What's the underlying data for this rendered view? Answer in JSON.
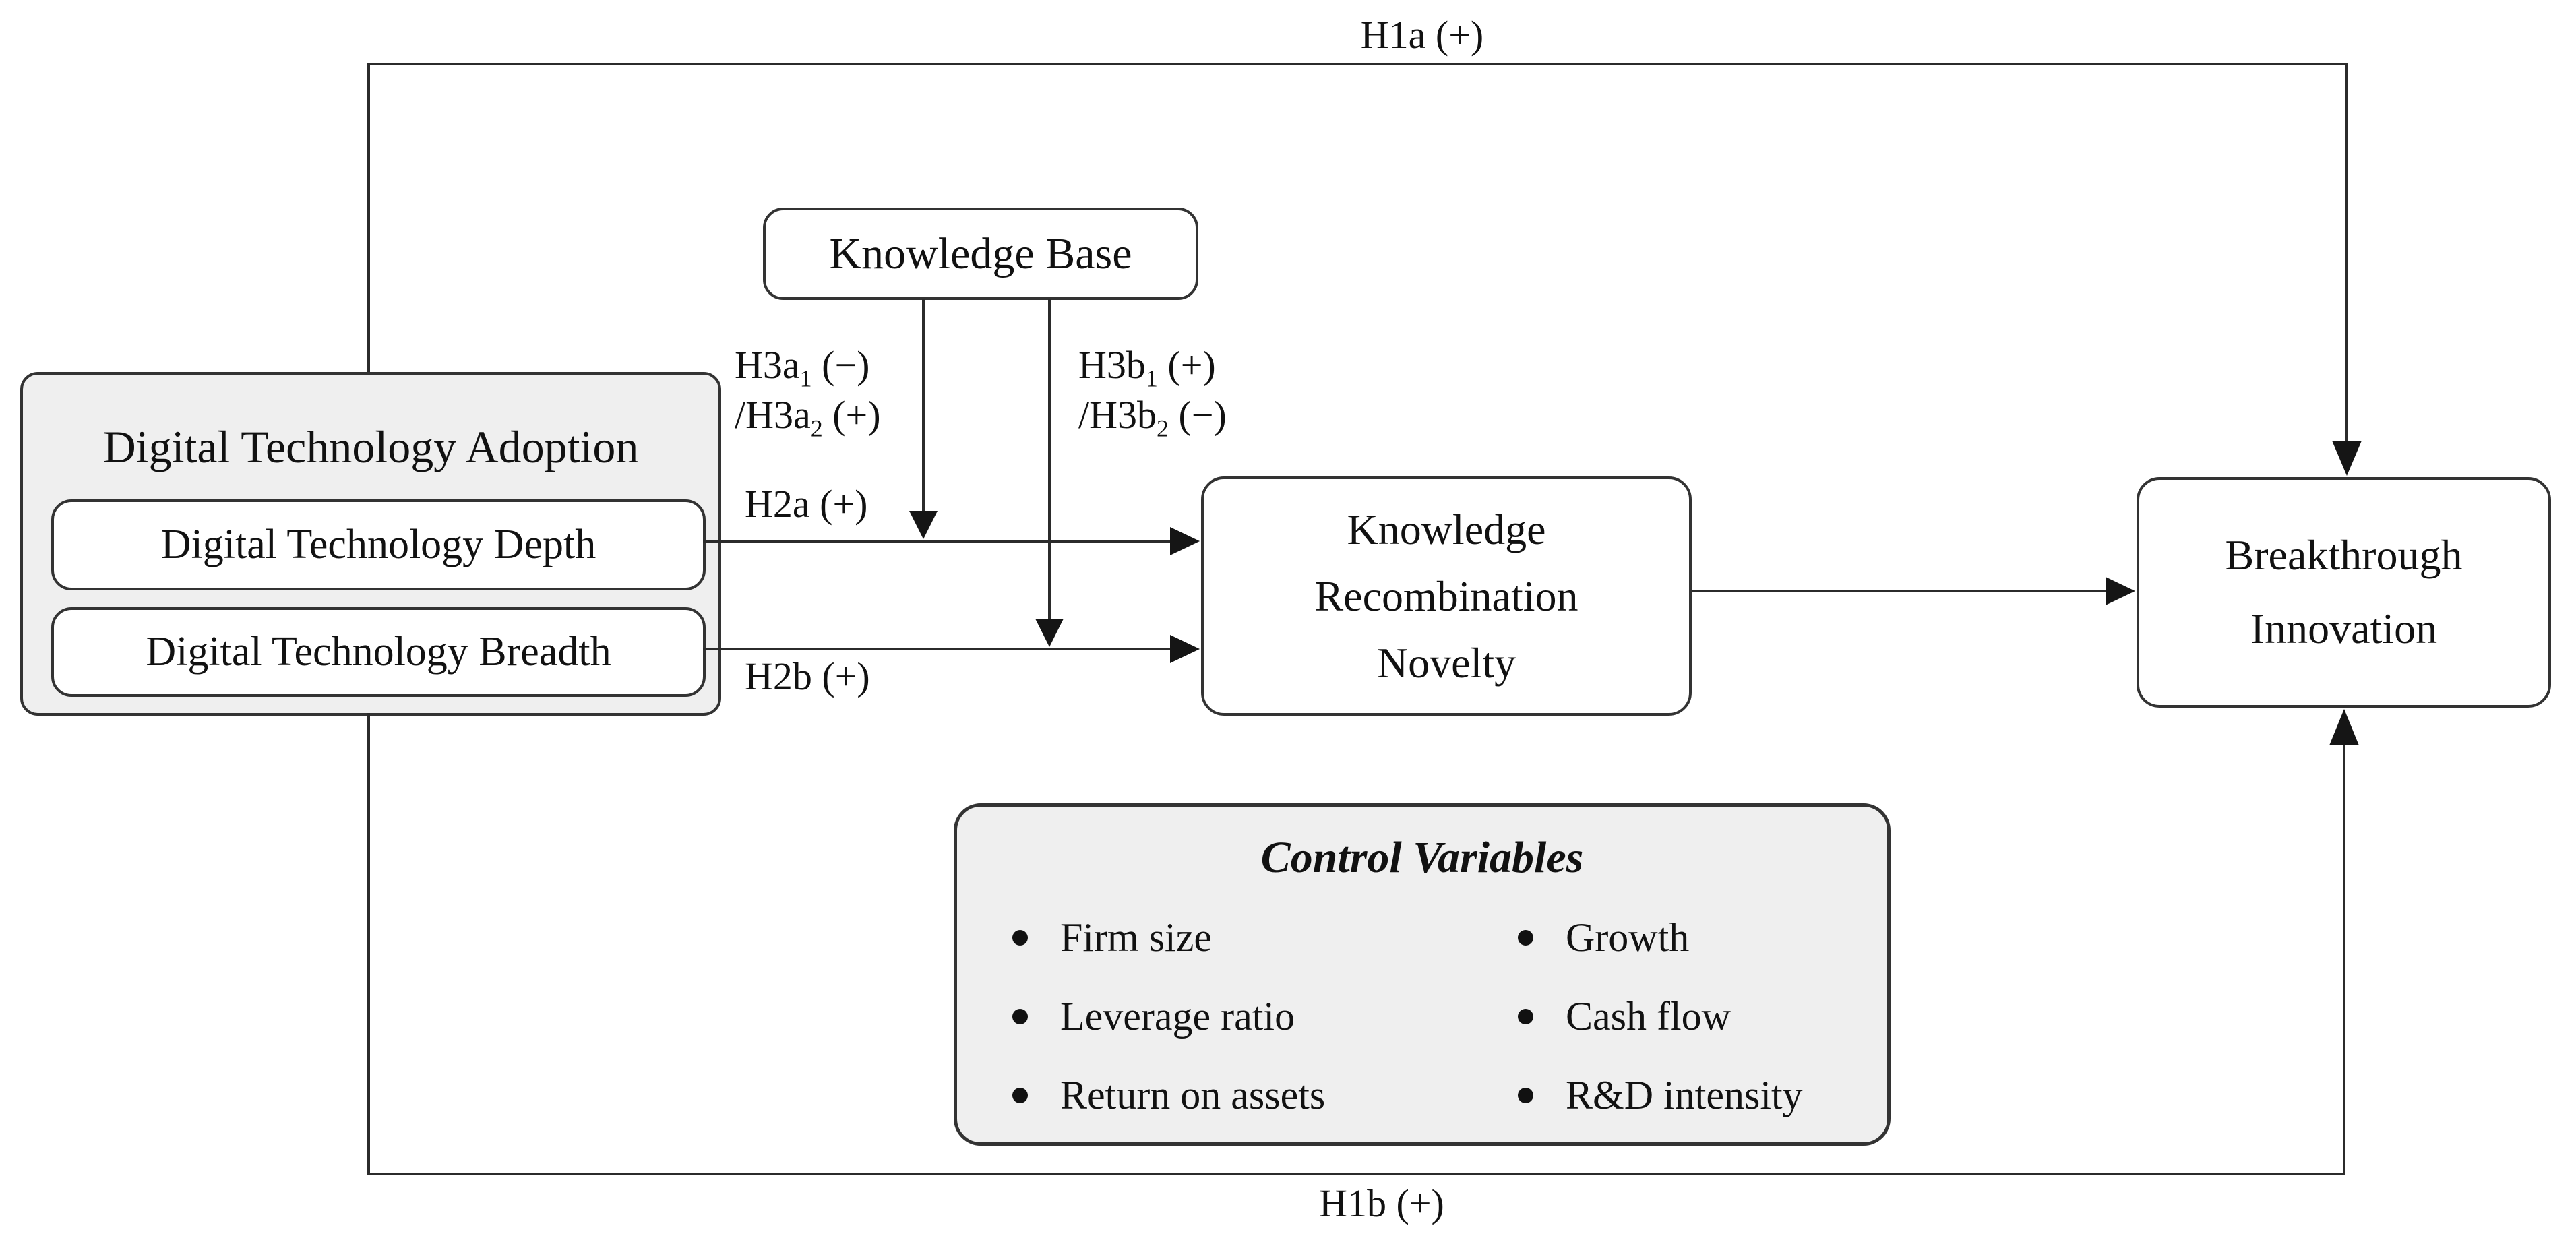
{
  "diagram": {
    "boxes": {
      "knowledge_base": {
        "label": "Knowledge Base"
      },
      "digital_technology_adoption": {
        "title": "Digital Technology Adoption",
        "depth": "Digital Technology Depth",
        "breadth": "Digital Technology Breadth"
      },
      "knowledge_recombination_novelty": {
        "line1": "Knowledge",
        "line2": "Recombination",
        "line3": "Novelty"
      },
      "breakthrough_innovation": {
        "line1": "Breakthrough",
        "line2": "Innovation"
      },
      "control_variables": {
        "title": "Control Variables",
        "left": [
          "Firm size",
          "Leverage ratio",
          "Return on assets"
        ],
        "right": [
          "Growth",
          "Cash flow",
          "R&D intensity"
        ]
      }
    },
    "labels": {
      "h1a": "H1a (+)",
      "h1b": "H1b (+)",
      "h2a": "H2a (+)",
      "h2b": "H2b (+)",
      "h3a": {
        "l1p": "H3a",
        "l1s": "1",
        "l1x": " (−)",
        "l2p": "/H3a",
        "l2s": "2",
        "l2x": " (+)"
      },
      "h3b": {
        "l1p": "H3b",
        "l1s": "1",
        "l1x": " (+)",
        "l2p": "/H3b",
        "l2s": "2",
        "l2x": " (−)"
      }
    },
    "colors": {
      "line": "#2b2b2b",
      "box_border": "#333333",
      "gray_fill": "#efefef",
      "white_fill": "#ffffff",
      "text": "#111111"
    }
  }
}
